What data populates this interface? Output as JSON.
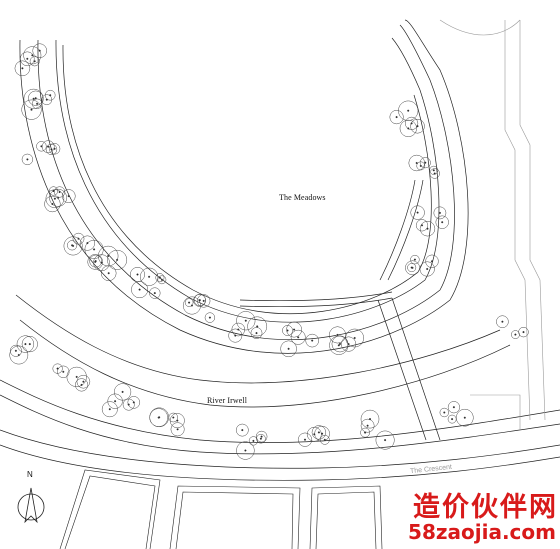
{
  "map": {
    "labels": {
      "meadows": "The Meadows",
      "river": "River Irwell",
      "street": "The Crescent"
    },
    "north_label": "N",
    "colors": {
      "line": "#222222",
      "light_line": "#9a9a9a",
      "watermark": "#d81a1a"
    }
  },
  "watermark": {
    "chinese": "造价伙伴网",
    "url": "58zaojia.com"
  }
}
